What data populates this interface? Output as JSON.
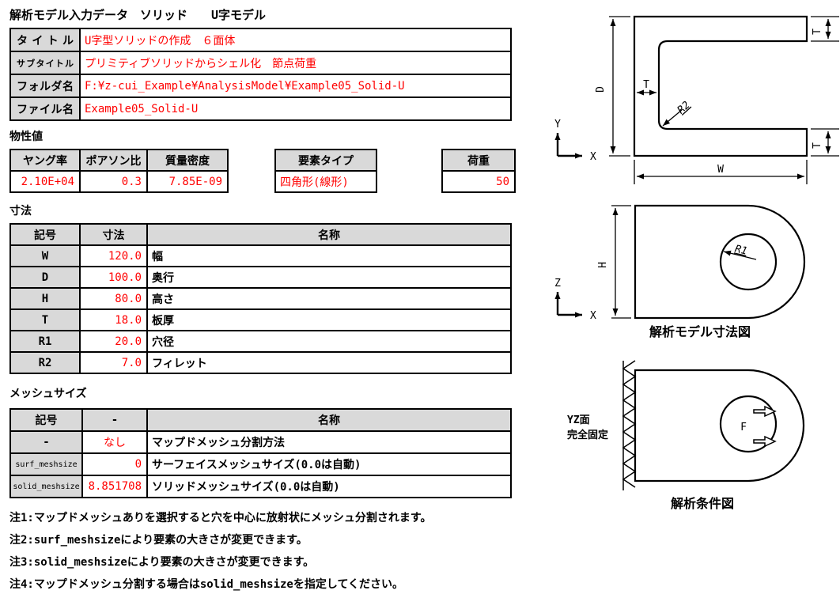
{
  "page": {
    "title": "解析モデル入力データ　ソリッド　　U字モデル"
  },
  "info_table": {
    "rows": [
      {
        "label": "タイトル",
        "value": "U字型ソリッドの作成　６面体"
      },
      {
        "label": "サブタイトル",
        "value": "プリミティブソリッドからシェル化　節点荷重"
      },
      {
        "label": "フォルダ名",
        "value": "F:¥z-cui_Example¥AnalysisModel¥Example05_Solid-U"
      },
      {
        "label": "ファイル名",
        "value": "Example05_Solid-U"
      }
    ]
  },
  "material": {
    "section_title": "物性値",
    "headers": [
      "ヤング率",
      "ポアソン比",
      "質量密度"
    ],
    "values": [
      "2.10E+04",
      "0.3",
      "7.85E-09"
    ],
    "element_type": {
      "header": "要素タイプ",
      "value": "四角形(線形)"
    },
    "load": {
      "header": "荷重",
      "value": "50"
    }
  },
  "dimensions": {
    "section_title": "寸法",
    "headers": [
      "記号",
      "寸法",
      "名称"
    ],
    "rows": [
      {
        "symbol": "W",
        "value": "120.0",
        "name": "幅"
      },
      {
        "symbol": "D",
        "value": "100.0",
        "name": "奥行"
      },
      {
        "symbol": "H",
        "value": "80.0",
        "name": "高さ"
      },
      {
        "symbol": "T",
        "value": "18.0",
        "name": "板厚"
      },
      {
        "symbol": "R1",
        "value": "20.0",
        "name": "穴径"
      },
      {
        "symbol": "R2",
        "value": "7.0",
        "name": "フィレット"
      }
    ]
  },
  "mesh": {
    "section_title": "メッシュサイズ",
    "headers": [
      "記号",
      "-",
      "名称"
    ],
    "rows": [
      {
        "symbol": "-",
        "value": "なし",
        "name": "マップドメッシュ分割方法"
      },
      {
        "symbol": "surf_meshsize",
        "value": "0",
        "name": "サーフェイスメッシュサイズ(0.0は自動)"
      },
      {
        "symbol": "solid_meshsize",
        "value": "8.851708",
        "name": "ソリッドメッシュサイズ(0.0は自動)"
      }
    ]
  },
  "notes": [
    "注1:マップドメッシュありを選択すると穴を中心に放射状にメッシュ分割されます。",
    "注2:surf_meshsizeにより要素の大きさが変更できます。",
    "注3:solid_meshsizeにより要素の大きさが変更できます。",
    "注4:マップドメッシュ分割する場合はsolid_meshsizeを指定してください。"
  ],
  "diagrams": {
    "u_section": {
      "axis": {
        "vertical": "Y",
        "horizontal": "X"
      },
      "labels": {
        "depth": "D",
        "width": "W",
        "t_top": "T",
        "t_bottom": "T",
        "t_wall": "T",
        "fillet": "R2"
      }
    },
    "model_dim": {
      "axis": {
        "vertical": "Z",
        "horizontal": "X"
      },
      "labels": {
        "height": "H",
        "hole": "R1"
      },
      "caption": "解析モデル寸法図"
    },
    "condition": {
      "fixed_label_line1": "YZ面",
      "fixed_label_line2": "完全固定",
      "force_label": "F",
      "caption": "解析条件図"
    }
  },
  "colors": {
    "accent_red": "#ff0000",
    "header_gray": "#d9d9d9",
    "line_black": "#000000"
  }
}
